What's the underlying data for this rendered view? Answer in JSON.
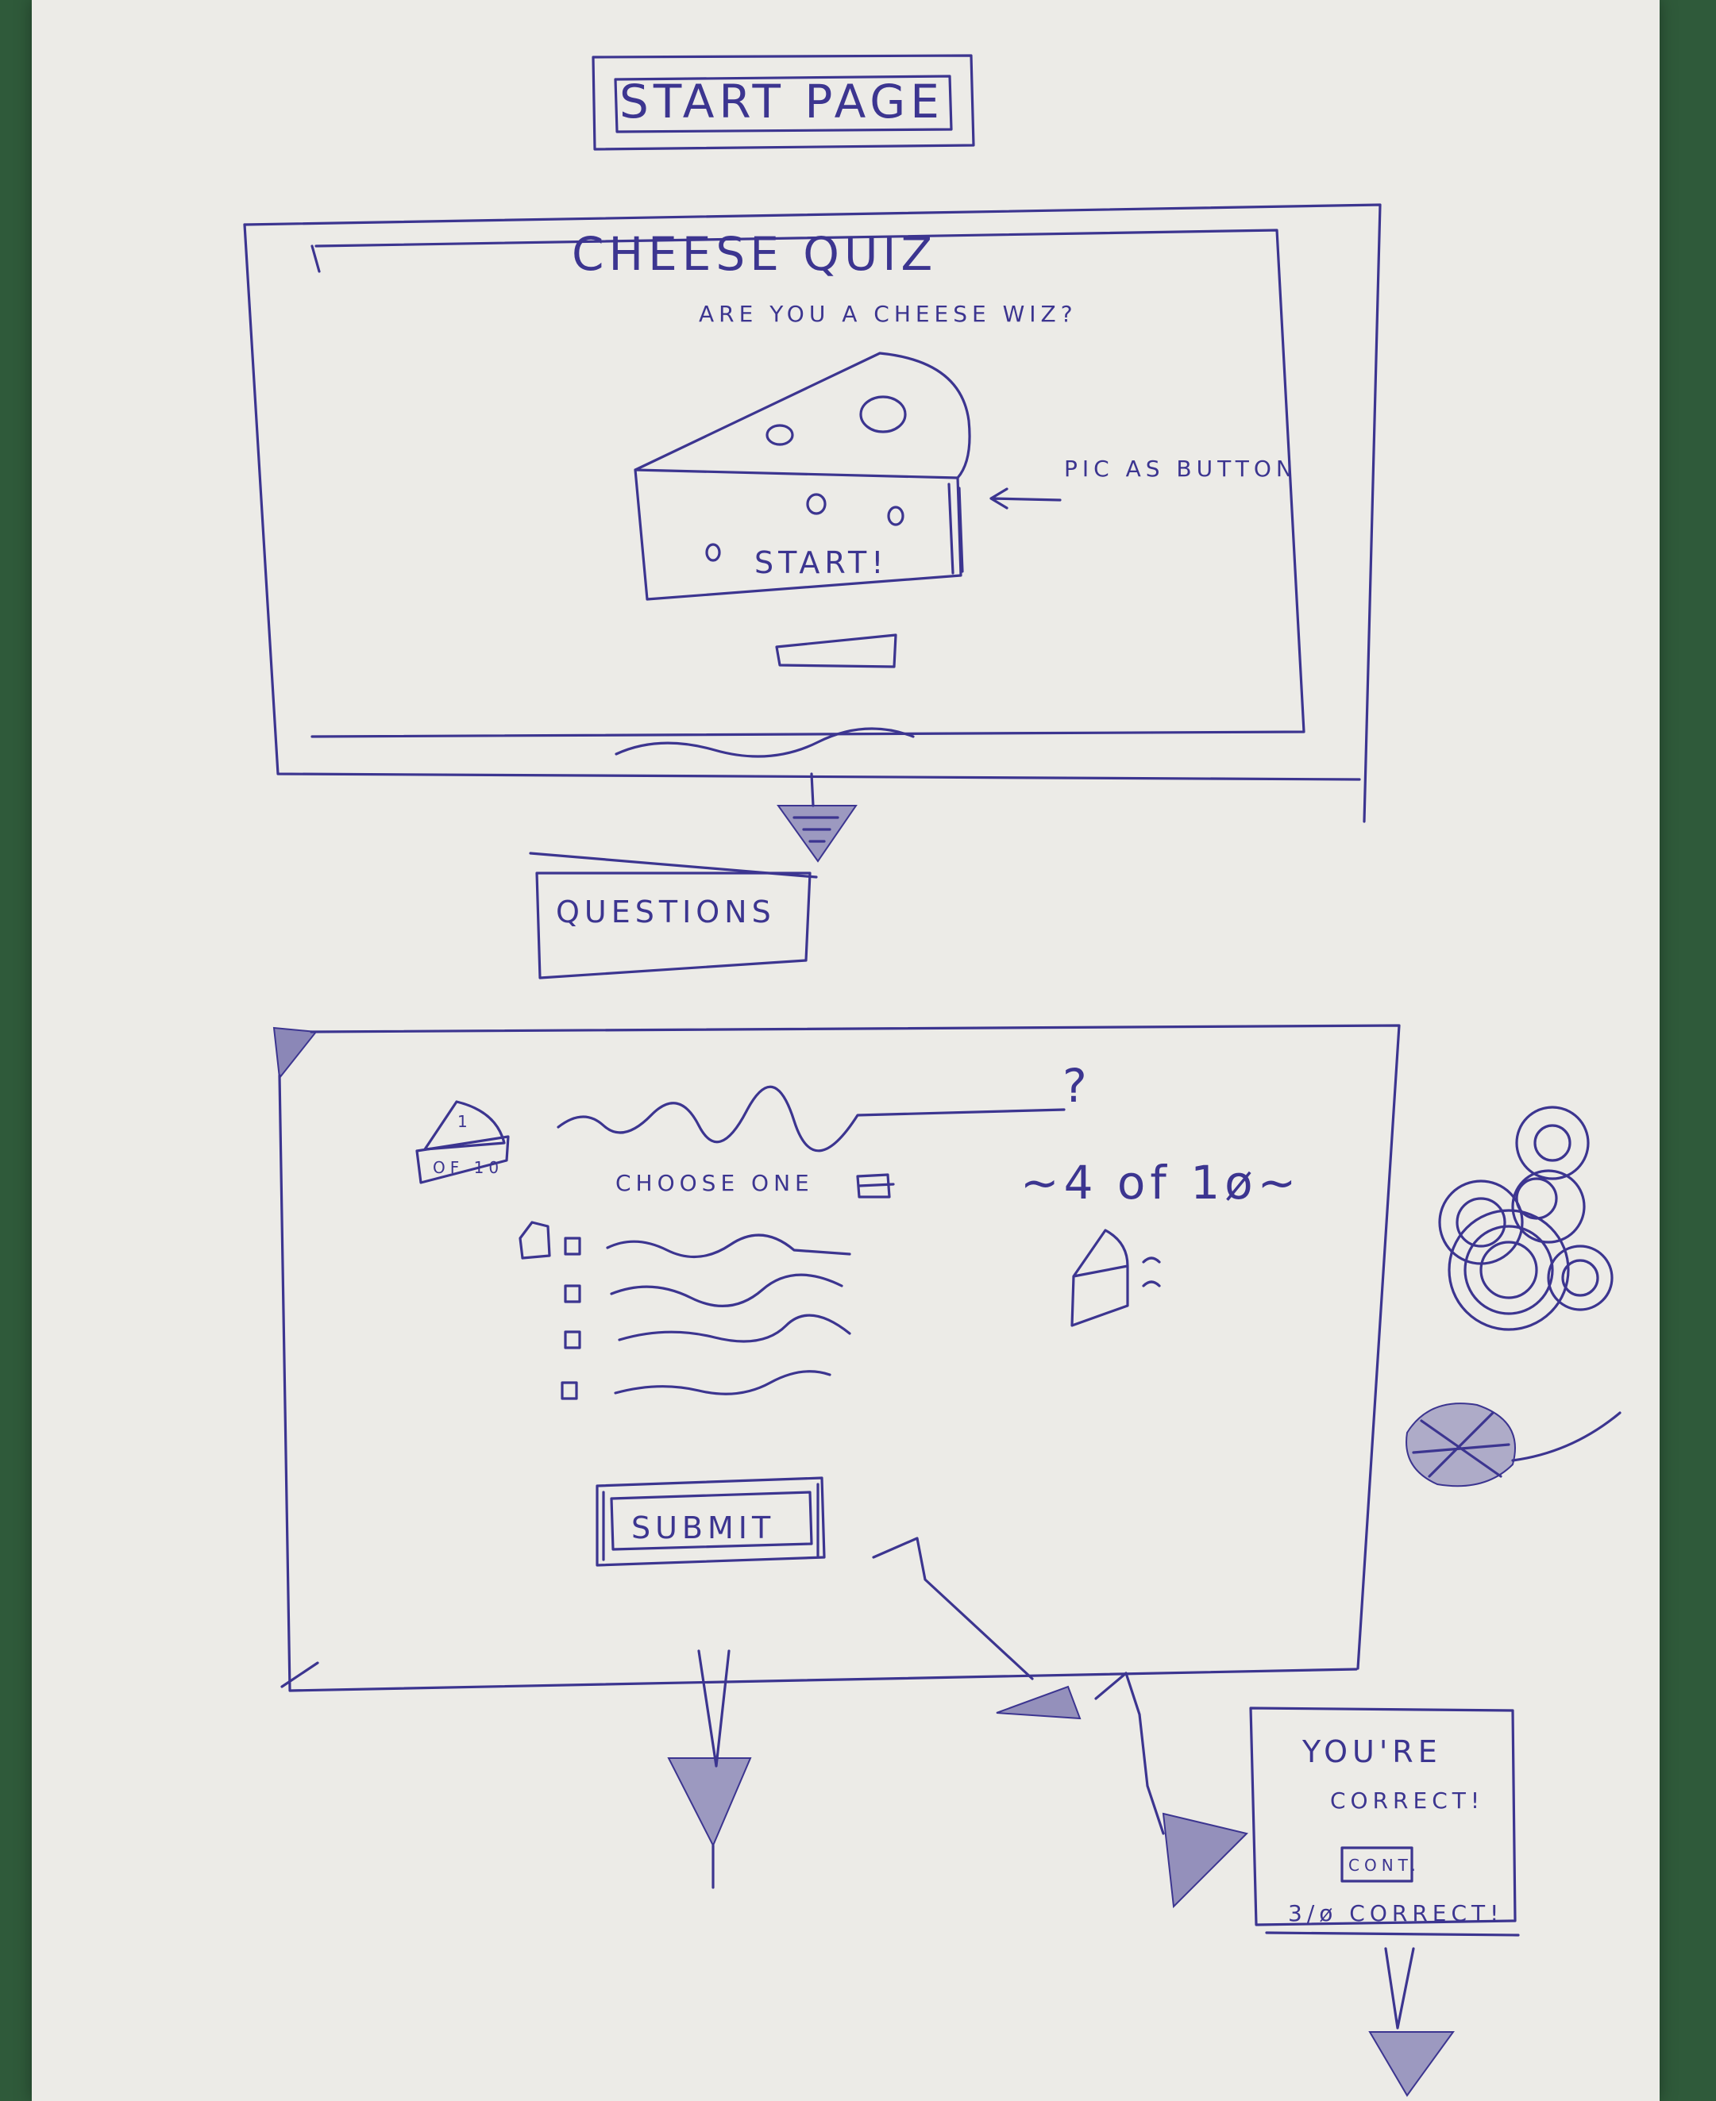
{
  "labels": {
    "start_page": "START PAGE",
    "questions": "QUESTIONS"
  },
  "start_screen": {
    "title": "CHEESE QUIZ",
    "subtitle": "ARE YOU A CHEESE WIZ?",
    "start_button": "START!",
    "annotation": "PIC AS BUTTON"
  },
  "question_screen": {
    "badge_number": "1",
    "badge_total": "OF 10",
    "question_mark": "?",
    "choose_label": "CHOOSE ONE",
    "progress": "~4 of 1ø~",
    "options_count": 4,
    "submit_label": "SUBMIT"
  },
  "result_popup": {
    "title": "YOU'RE",
    "title2": "CORRECT!",
    "continue_label": "CONT.",
    "score": "3/ø CORRECT!"
  },
  "colors": {
    "ink": "#3c3590",
    "paper": "#ecebe7",
    "background": "#2f5a3a"
  }
}
